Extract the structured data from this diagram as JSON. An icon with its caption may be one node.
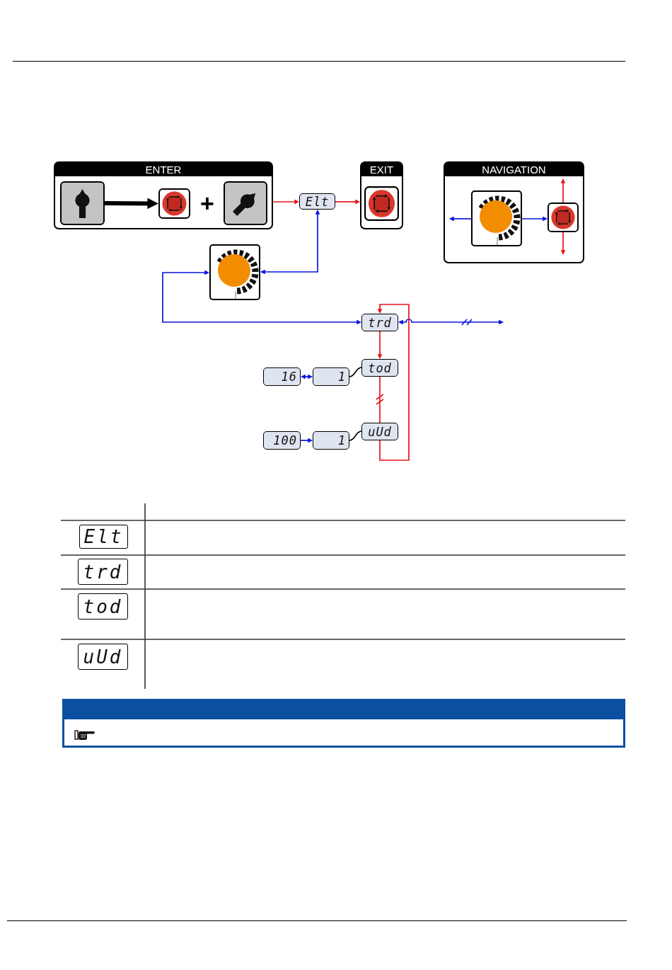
{
  "diagram": {
    "nodes": [
      {
        "text": [
          "ENTER"
        ]
      },
      {
        "text": [],
        "shape": "picture",
        "in": 0
      },
      {
        "text": [],
        "shape": "picture",
        "in": 0
      },
      {
        "text": [],
        "shape": "picture",
        "in": 0
      },
      {
        "text": [
          "Elt"
        ]
      },
      {
        "text": [
          "EXIT"
        ]
      },
      {
        "text": [],
        "shape": "picture",
        "in": 5
      },
      {
        "text": [
          "NAVIGATION"
        ]
      },
      {
        "text": [],
        "shape": "picture",
        "in": 7
      },
      {
        "text": [],
        "shape": "picture",
        "in": 7
      },
      {
        "text": [],
        "shape": "picture"
      },
      {
        "text": [
          "trd"
        ]
      },
      {
        "text": [
          "16"
        ]
      },
      {
        "text": [
          "1"
        ]
      },
      {
        "text": [
          "tod"
        ]
      },
      {
        "text": [
          "100"
        ]
      },
      {
        "text": [
          "1"
        ]
      },
      {
        "text": [
          "uUd"
        ]
      }
    ],
    "edges": [
      {
        "from": 1,
        "to": 2,
        "arrow": "to",
        "style": "thick",
        "color": "#000000"
      },
      {
        "from": 0,
        "to": 4,
        "arrow": "to",
        "color": "#e8141b"
      },
      {
        "from": 4,
        "to": 5,
        "arrow": "to",
        "color": "#e8141b"
      },
      {
        "from": 8,
        "to": null,
        "arrow": "to",
        "color": "#0a14e0"
      },
      {
        "from": 8,
        "to": 9,
        "arrow": "to",
        "color": "#0a14e0"
      },
      {
        "from": 9,
        "to": null,
        "arrow": "to",
        "color": "#e8141b"
      },
      {
        "from": 9,
        "to": null,
        "arrow": "to",
        "color": "#e8141b"
      },
      {
        "from": 4,
        "to": 10,
        "arrow": "both",
        "color": "#0a14e0"
      },
      {
        "from": 10,
        "to": 11,
        "arrow": "both",
        "color": "#0a14e0"
      },
      {
        "from": 11,
        "to": null,
        "arrow": "both",
        "color": "#0a14e0"
      },
      {
        "from": 11,
        "to": 14,
        "arrow": "to",
        "color": "#e8141b"
      },
      {
        "from": 14,
        "to": 13,
        "arrow": "none",
        "color": "#000000"
      },
      {
        "from": 13,
        "to": 12,
        "arrow": "both",
        "color": "#0a14e0"
      },
      {
        "from": 14,
        "to": 17,
        "arrow": "none",
        "color": "#e8141b"
      },
      {
        "from": 17,
        "to": 16,
        "arrow": "none",
        "color": "#000000"
      },
      {
        "from": 15,
        "to": 16,
        "arrow": "to",
        "color": "#0a14e0"
      },
      {
        "from": 17,
        "to": 11,
        "arrow": "to",
        "color": "#e8141b"
      }
    ],
    "labels": [
      "+",
      "Elt",
      "trd",
      "tod",
      "uUd"
    ]
  }
}
